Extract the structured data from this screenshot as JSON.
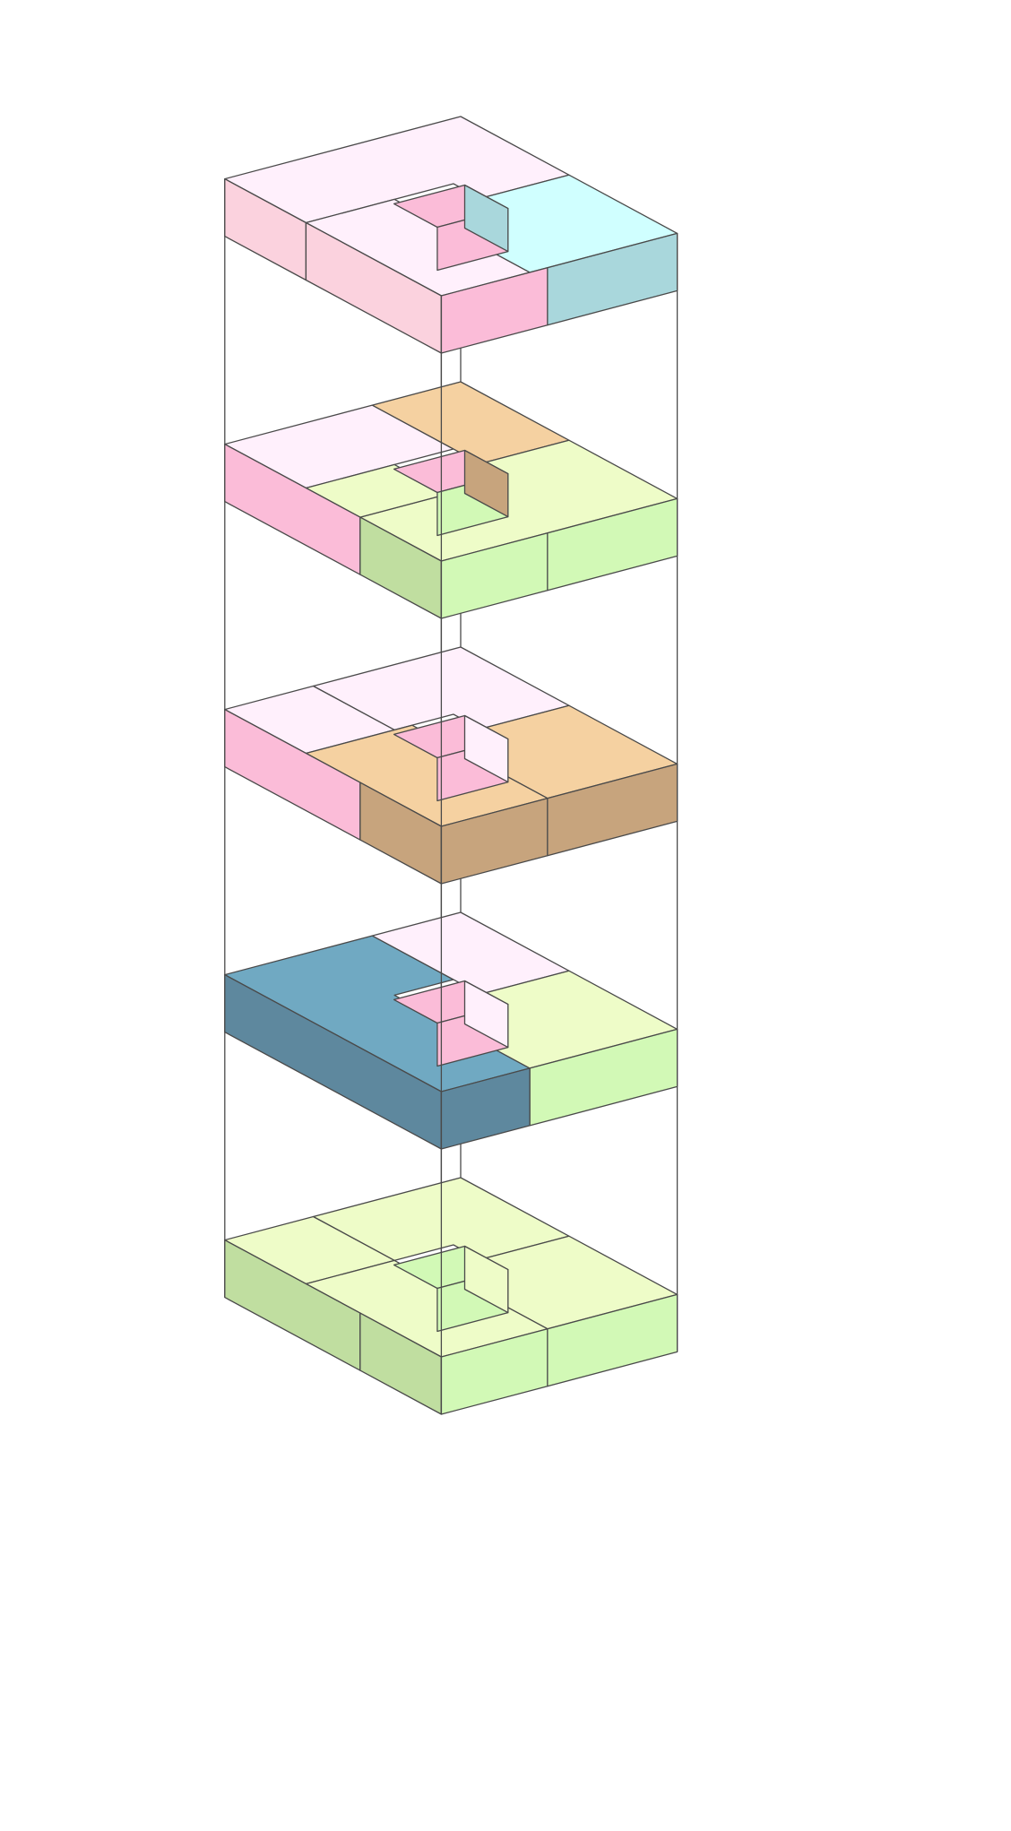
{
  "diagram": {
    "description_visible": "",
    "layer_count": 5,
    "palette": {
      "pink_top": "#fff0fc",
      "pink_side_light": "#fbd2de",
      "pink_side": "#fbbcd8",
      "cyan_top": "#d0ffff",
      "cyan_side": "#a9d7dc",
      "tan_top": "#f5d1a1",
      "tan_side": "#c7a47d",
      "green_top": "#eefcc8",
      "green_side_light": "#d2f9b6",
      "green_side_dark": "#c0dea0",
      "teal_top": "#70a9c2",
      "teal_side": "#5e889e",
      "outline": "#4a4a4a"
    },
    "layers": [
      {
        "index": 1,
        "pieces": [
          "pink-l-piece",
          "pink-l-piece",
          "cyan-bar"
        ]
      },
      {
        "index": 2,
        "pieces": [
          "pink-l-piece",
          "tan-bar",
          "green-l-piece",
          "green-bar"
        ]
      },
      {
        "index": 3,
        "pieces": [
          "pink-l-piece",
          "pink-l-piece",
          "tan-bar",
          "tan-bar"
        ]
      },
      {
        "index": 4,
        "pieces": [
          "teal-l-piece",
          "pink-l-piece",
          "green-l-piece"
        ]
      },
      {
        "index": 5,
        "pieces": [
          "green-l-piece",
          "green-l-piece",
          "green-l-piece",
          "green-l-piece"
        ]
      }
    ]
  }
}
